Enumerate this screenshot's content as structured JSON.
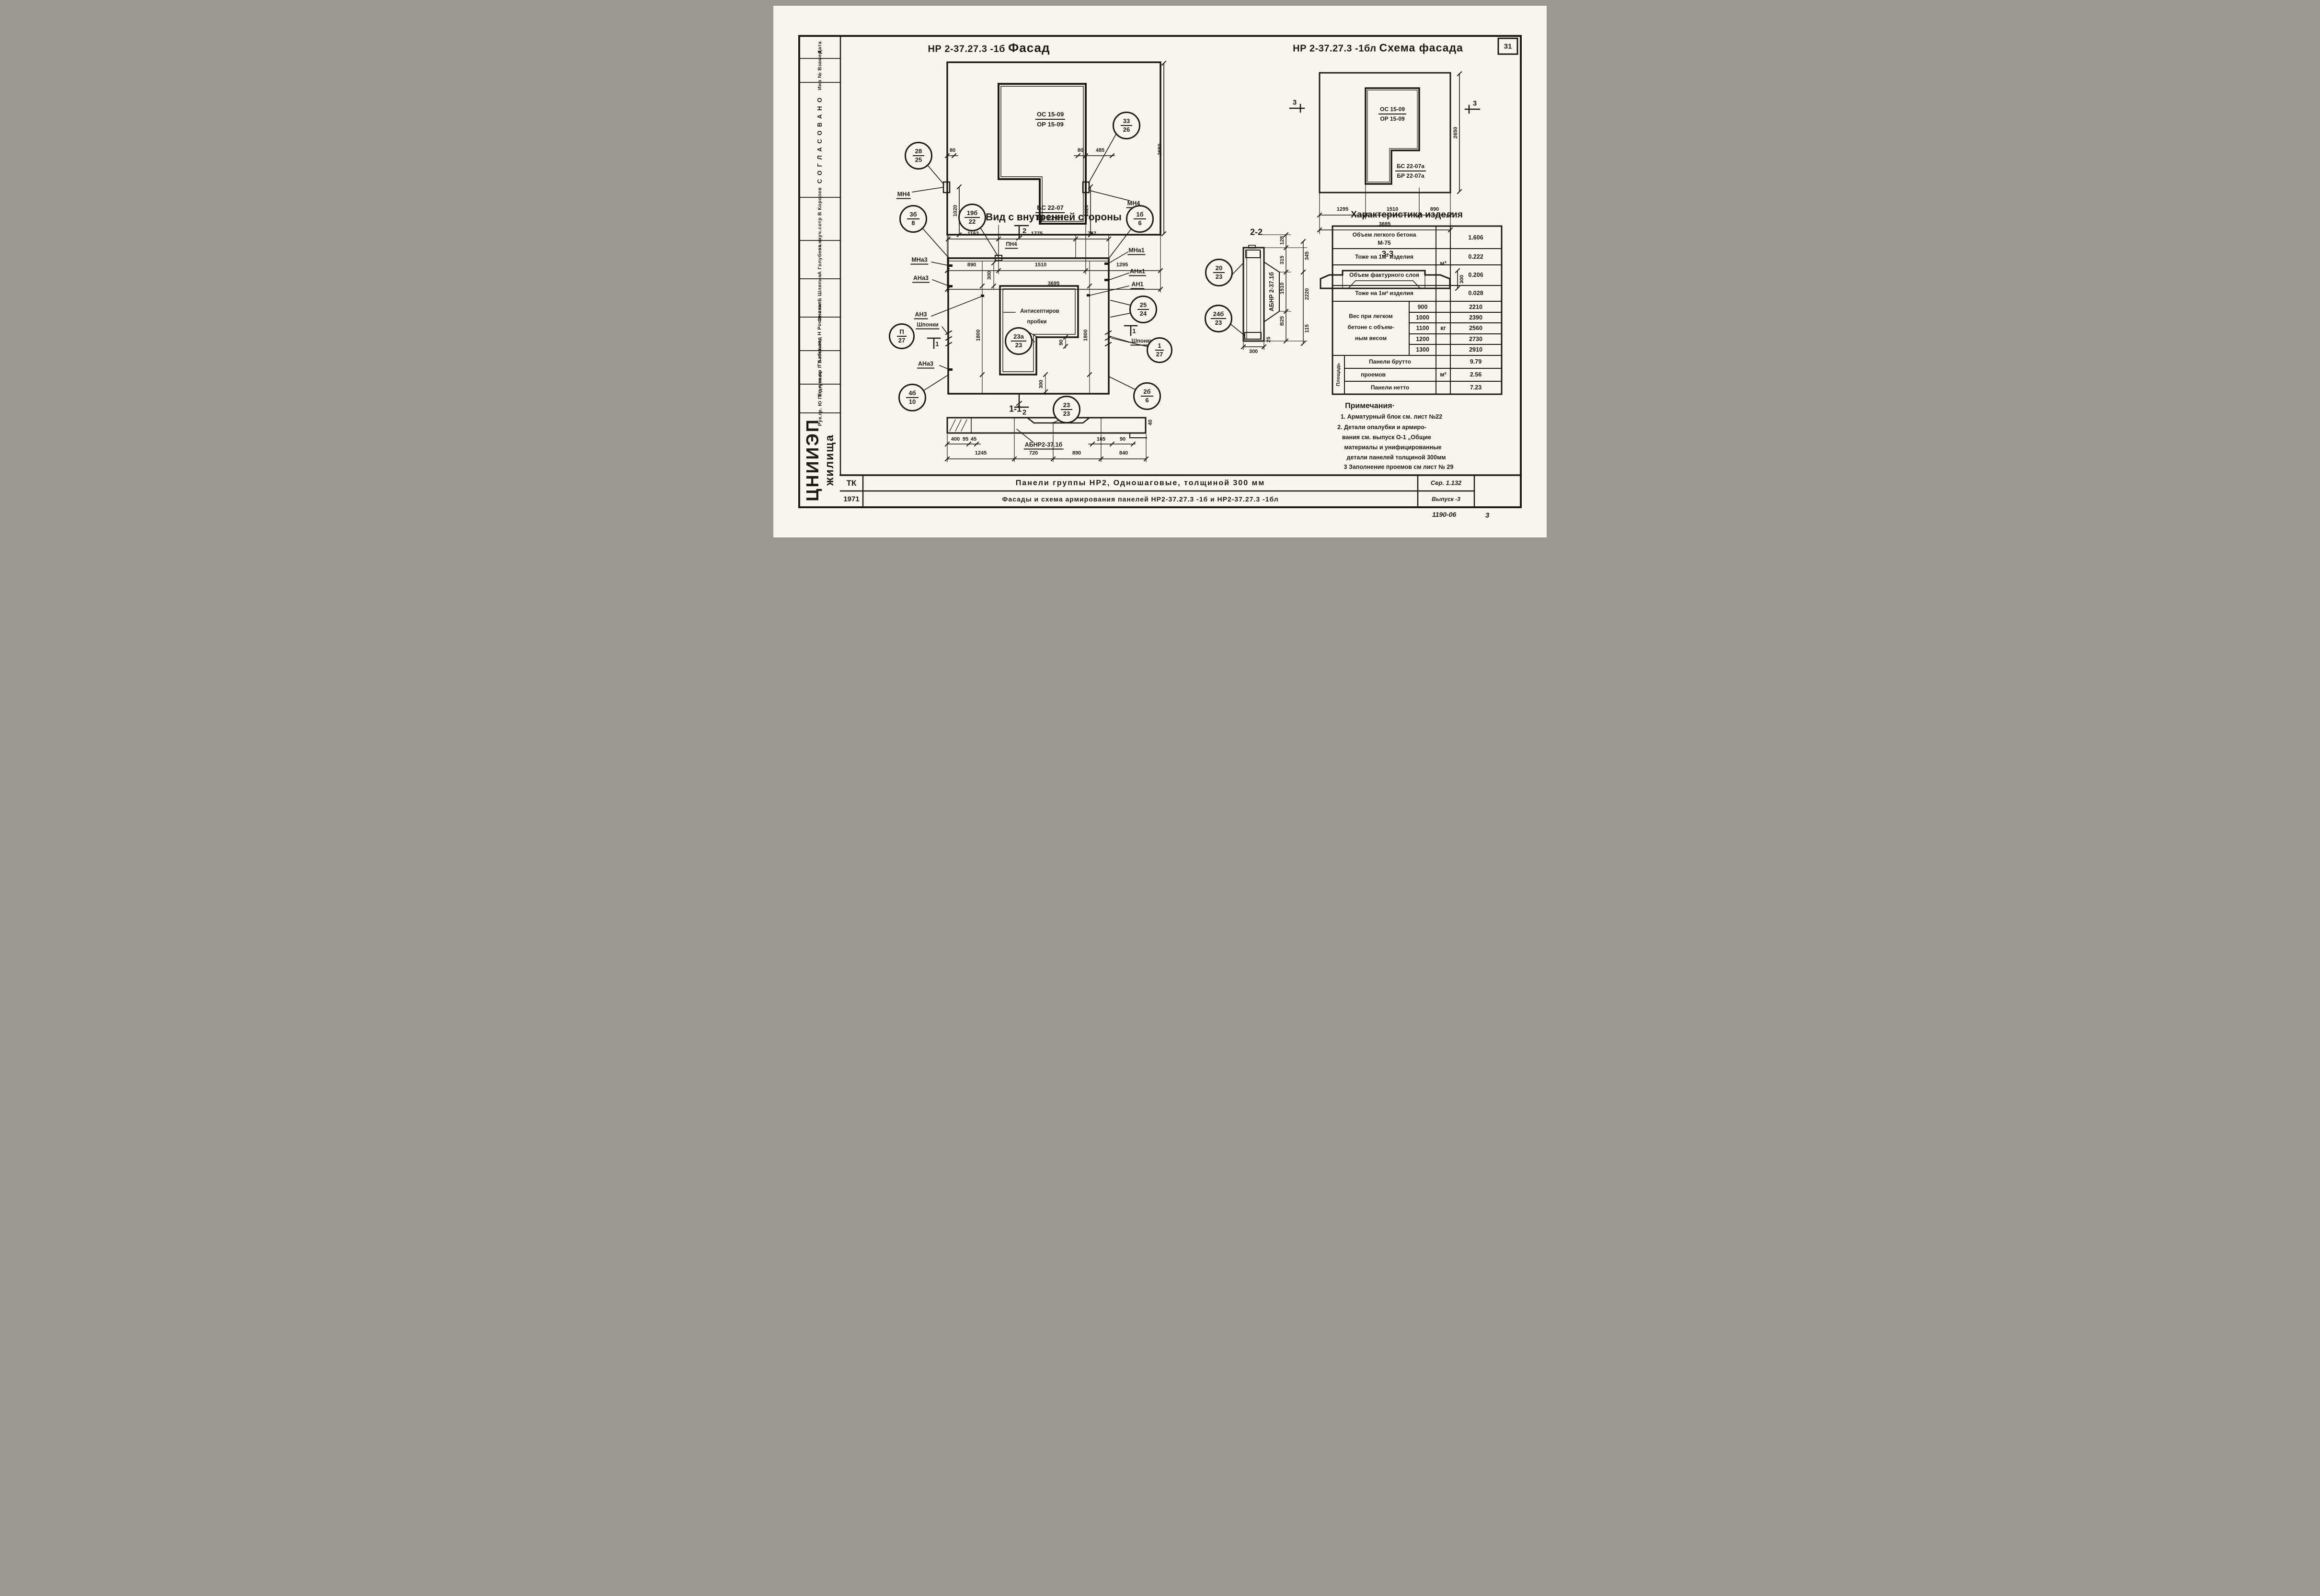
{
  "sheet": {
    "number": "31",
    "footer_code": "1190-06",
    "footer_num": "3"
  },
  "titles": {
    "left_code": "НР 2-37.27.3 -1б",
    "left_name": "Фасад",
    "right_code": "НР 2-37.27.3 -1бл",
    "right_name": "Схема фасада",
    "inner": "Вид с внутренней стороны",
    "s11": "1-1",
    "s22": "2-2",
    "s33": "3-3"
  },
  "left_facade": {
    "win1": "ОС 15-09",
    "win2": "ОР 15-09",
    "sill1": "БС 22-07",
    "sill2": "БР 22-07",
    "c_left_t": "28",
    "c_left_b": "25",
    "c_right_t": "33",
    "c_right_b": "26",
    "mn_left": "МН4",
    "mn_right": "МН4",
    "d80l": "80",
    "d80r": "80",
    "d485": "485",
    "d1020l": "1020",
    "d1020r": "1020",
    "d2650": "2650",
    "d890": "890",
    "d1510": "1510",
    "d1295": "1295",
    "d3695": "3695"
  },
  "right_facade": {
    "win1": "ОС 15-09",
    "win2": "ОР 15-09",
    "sill1": "БС 22-07а",
    "sill2": "БР 22-07а",
    "sec_l": "3",
    "sec_r": "3",
    "d2650": "2650",
    "d1295": "1295",
    "d1510": "1510",
    "d890": "890",
    "d3695": "3695",
    "d300": "300"
  },
  "inner_view": {
    "c1t": "3б",
    "c1b": "8",
    "c2t": "19б",
    "c2b": "22",
    "c3t": "1б",
    "c3b": "6",
    "c4t": "25",
    "c4b": "24",
    "c5t": "23а",
    "c5b": "23",
    "c6t": "2б",
    "c6b": "6",
    "c7t": "4б",
    "c7b": "10",
    "c8t": "П",
    "c8b": "27",
    "c9t": "1",
    "c9b": "27",
    "d1162": "1162",
    "d1775": "1775",
    "d757": "757",
    "pn4": "ПН4",
    "mna3": "МНа3",
    "ana3": "АНа3",
    "an3": "АН3",
    "shponki_l": "Шпонки",
    "ana3b": "АНа3",
    "mna1": "МНа1",
    "ana1": "АНа1",
    "an1": "АН1",
    "shponki_r": "Шпонки",
    "plug1": "Антисептиров",
    "plug2": "пробки",
    "d300a": "300",
    "d300b": "300",
    "d90": "90",
    "d1800l": "1800",
    "d1800r": "1800",
    "sec2a": "2",
    "sec2b": "2",
    "sec1a": "1",
    "sec1b": "1"
  },
  "section11": {
    "c1t": "23",
    "c1b": "23",
    "block": "АБНР2-37.1б",
    "d400": "400",
    "d95": "95",
    "d45": "45",
    "d165": "165",
    "d90": "90",
    "d40": "40",
    "d1245": "1245",
    "d720": "720",
    "d890": "890",
    "d840": "840"
  },
  "section22": {
    "c1t": "20",
    "c1b": "23",
    "c2t": "24б",
    "c2b": "23",
    "block": "АБНР 2-37.1б",
    "d128": "128",
    "d315": "315",
    "d345": "345",
    "d1510": "1510",
    "d2220": "2220",
    "dB25": "В25",
    "d115": "115",
    "d25": "25",
    "d300": "300"
  },
  "char_table": {
    "title": "Характеристика изделия",
    "r1a": "Объем легкого бетона",
    "r1b": "М-75",
    "v1": "1.606",
    "r2": "Тоже на 1м² изделия",
    "v2": "0.222",
    "r3": "Объем фактурного слоя",
    "v3": "0.206",
    "r4": "Тоже на 1м² изделия",
    "v4": "0.028",
    "u_m3": "м³",
    "u_kg": "кг",
    "u_m2": "м²",
    "w1": "Вес при легком",
    "w2": "бетоне с объем-",
    "w3": "ным весом",
    "weights": [
      "900",
      "1000",
      "1100",
      "1200",
      "1300"
    ],
    "wvals": [
      "2210",
      "2390",
      "2560",
      "2730",
      "2910"
    ],
    "area": "Площадь",
    "a1": "Панели брутто",
    "av1": "9.79",
    "a2": "проемов",
    "av2": "2.56",
    "a3": "Панели нетто",
    "av3": "7.23"
  },
  "notes": {
    "title": "Примечания·",
    "n1": "1. Арматурный блок см. лист №22",
    "n2a": "2. Детали опалубки и армиро-",
    "n2b": "вания см. выпуск О-1 „Общие",
    "n2c": "материалы и унифицированные",
    "n2d": "детали панелей толщиной 300мм",
    "n3": "3  Заполнение проемов см лист № 29"
  },
  "title_block": {
    "tk": "ТК",
    "year": "1971",
    "line1": "Панели группы НР2, Одношаговые, толщиной 300 мм",
    "line2": "Фасады и схема армирования панелей НР2-37.27.3 -1б и НР2-37.27.3 -1бл",
    "ser": "Сер. 1.132",
    "vypusk": "Выпуск -3"
  },
  "stamp": {
    "cells": [
      "Дата",
      "Инв №  Взамен",
      "С О Г Л А С О В А Н О",
      "ст.науч.сотр  В Королев",
      "А Голубева",
      "Ст.инж  Б Шляпин",
      "Гл.инж.отд  Н Росинская",
      "Гл.инж.пр  Г Бабынин",
      "Рук.гр.  Ю Подгузова"
    ],
    "org1": "ЦНИИЭП",
    "org2": "жилища"
  }
}
